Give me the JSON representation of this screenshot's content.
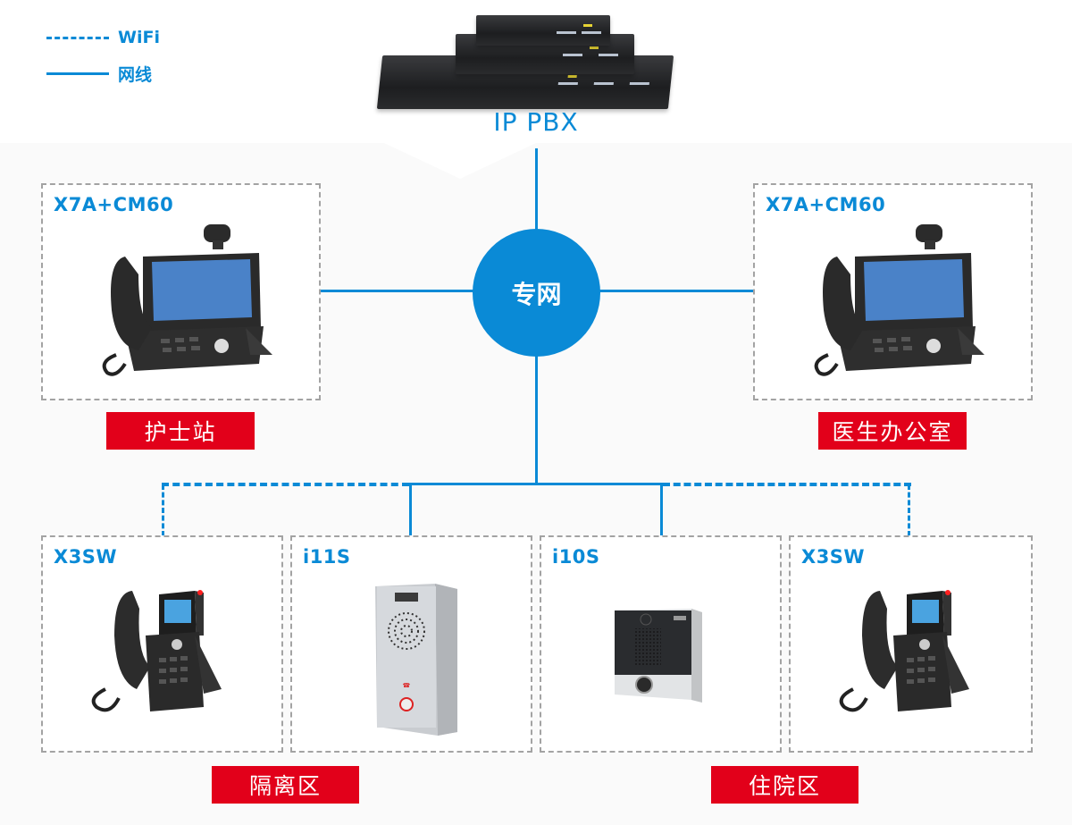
{
  "legend": {
    "items": [
      {
        "style": "dashed",
        "label": "WiFi"
      },
      {
        "style": "solid",
        "label": "网线"
      }
    ]
  },
  "pbx": {
    "label": "IP PBX"
  },
  "hub": {
    "label": "专网"
  },
  "colors": {
    "line": "#0a8ad6",
    "tag": "#e2001a",
    "box_border": "#a3a3a3"
  },
  "top_devices": [
    {
      "model": "X7A+CM60",
      "zone": "护士站",
      "connection": "网线"
    },
    {
      "model": "X7A+CM60",
      "zone": "医生办公室",
      "connection": "网线"
    }
  ],
  "bottom_devices": [
    {
      "model": "X3SW",
      "connection": "WiFi"
    },
    {
      "model": "i11S",
      "connection": "网线"
    },
    {
      "model": "i10S",
      "connection": "网线"
    },
    {
      "model": "X3SW",
      "connection": "WiFi"
    }
  ],
  "bottom_zones": [
    {
      "label": "隔离区"
    },
    {
      "label": "住院区"
    }
  ]
}
